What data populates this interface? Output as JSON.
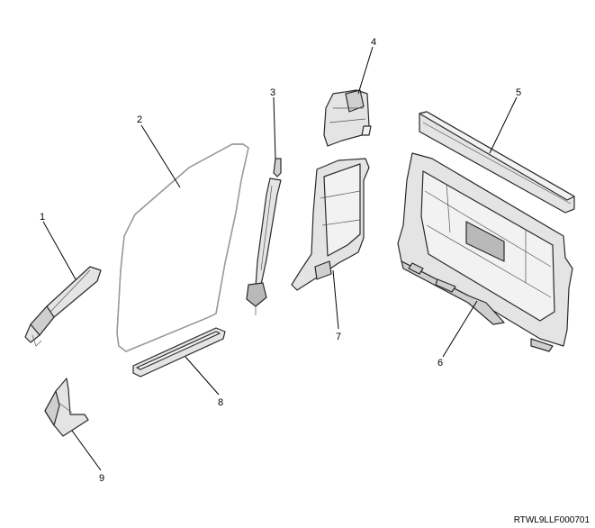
{
  "callouts": {
    "c1": "1",
    "c2": "2",
    "c3": "3",
    "c4": "4",
    "c5": "5",
    "c6": "6",
    "c7": "7",
    "c8": "8",
    "c9": "9"
  },
  "reference_code": "RTWL9LLF000701"
}
